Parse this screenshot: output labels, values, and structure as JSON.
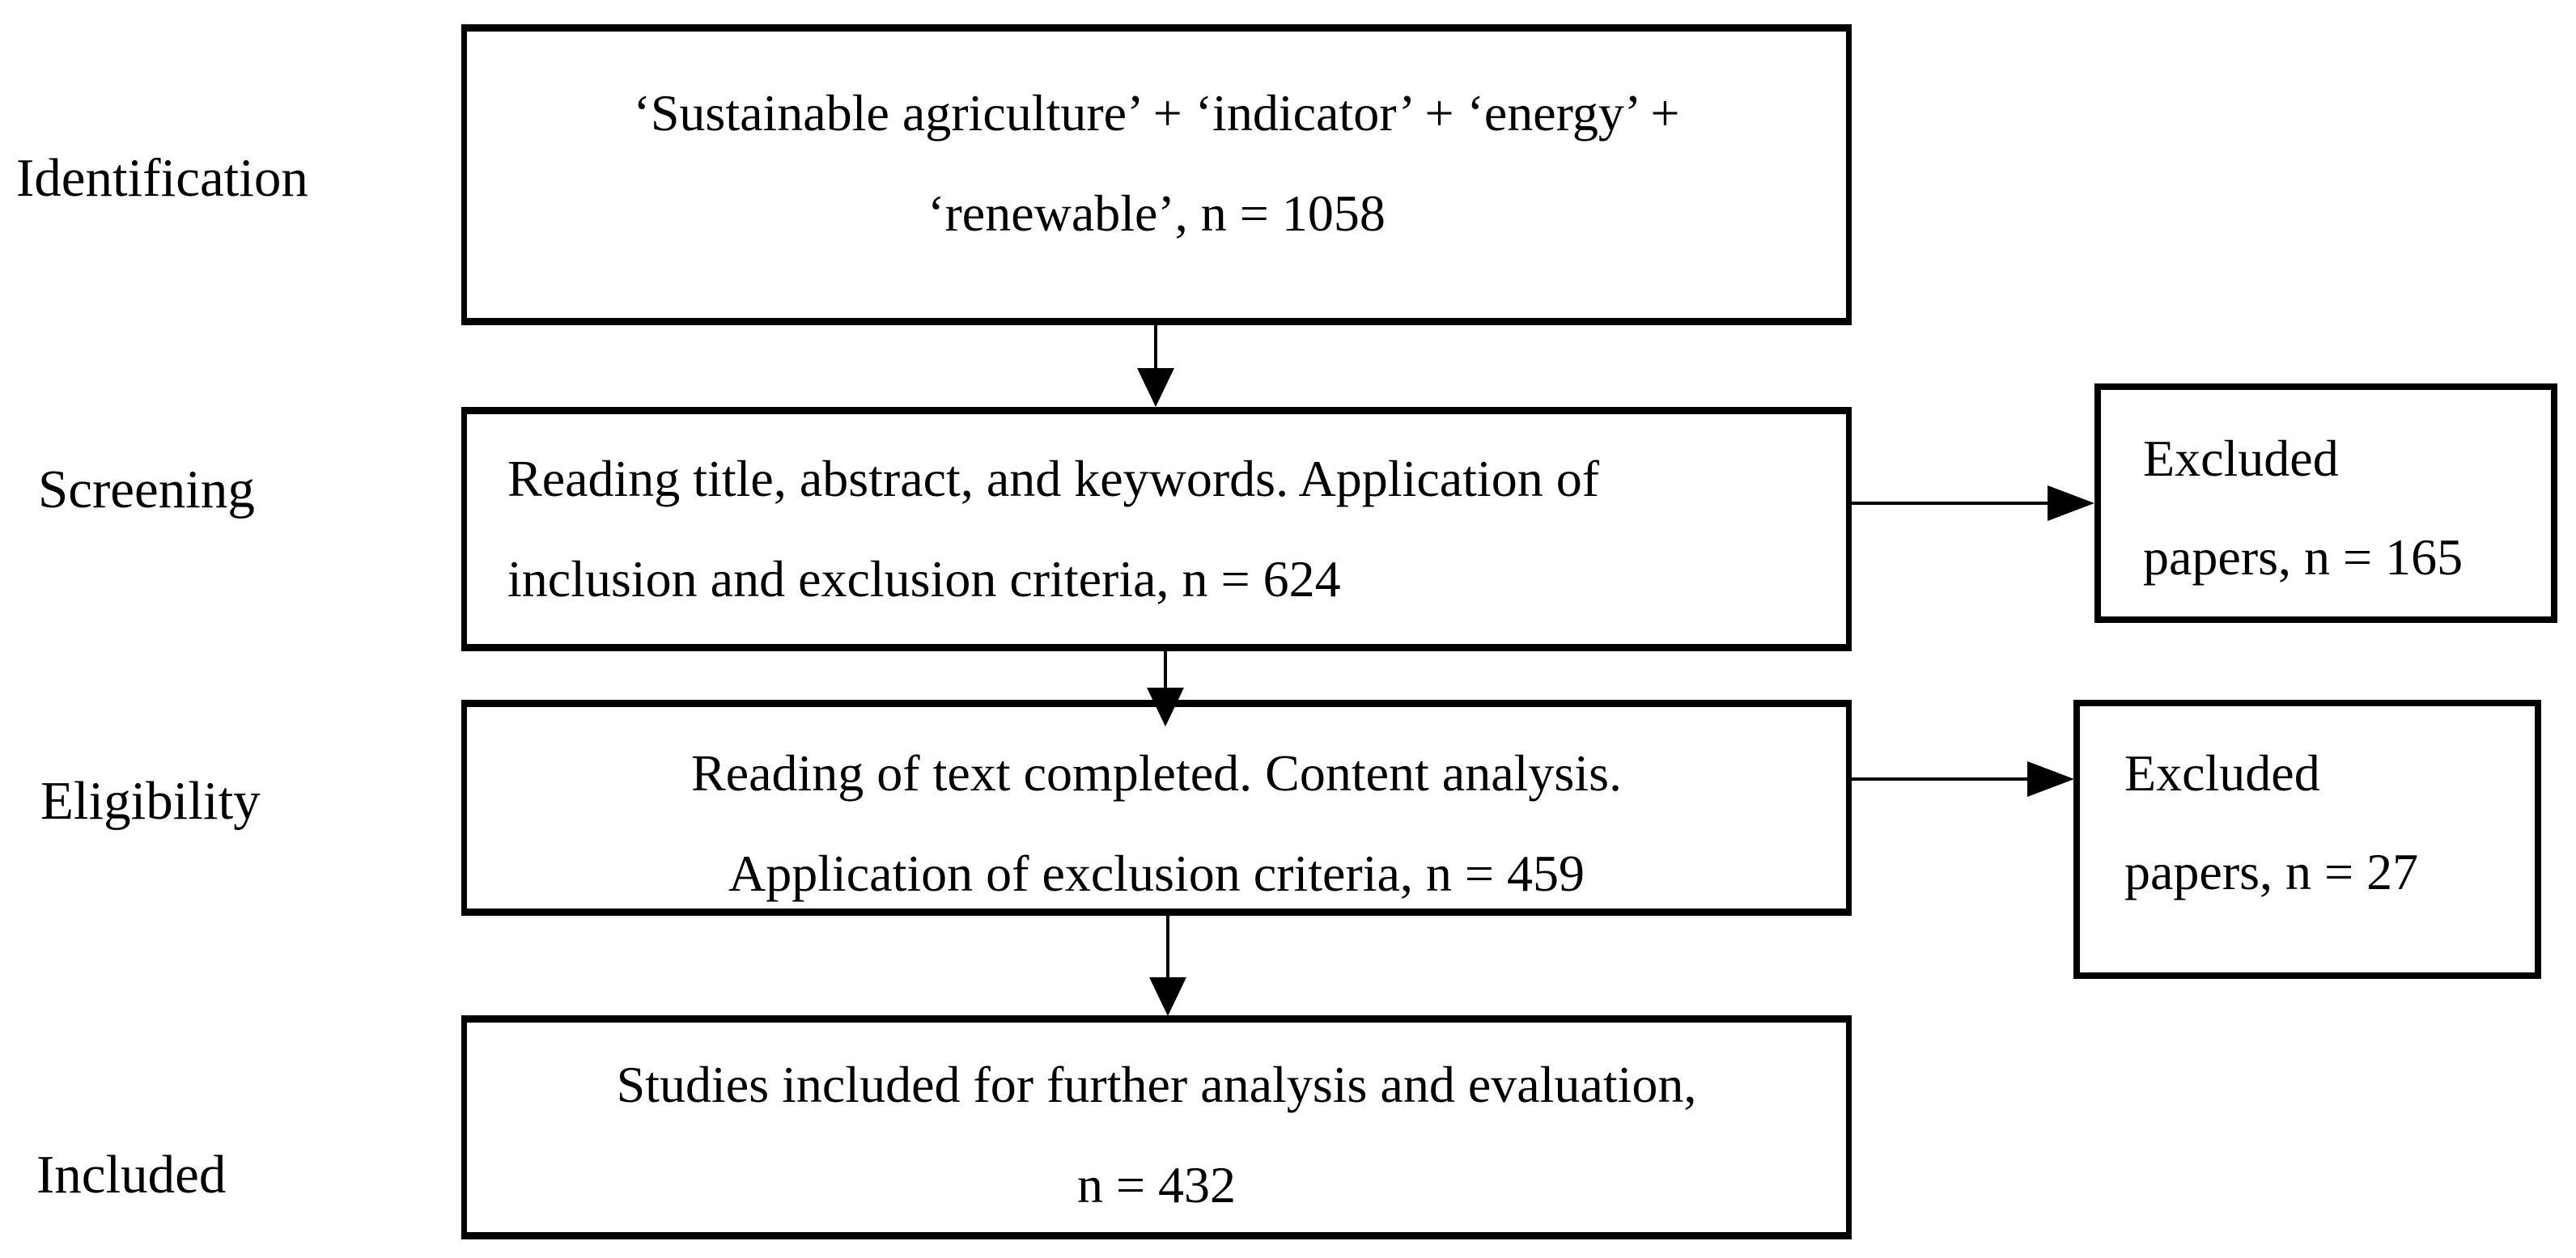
{
  "colors": {
    "background": "#ffffff",
    "line": "#000000",
    "text": "#000000"
  },
  "stages": [
    {
      "label": "Identification"
    },
    {
      "label": "Screening"
    },
    {
      "label": "Eligibility"
    },
    {
      "label": "Included"
    }
  ],
  "boxes": {
    "identification": {
      "line1": "‘Sustainable agriculture’ + ‘indicator’ + ‘energy’ +",
      "line2": "‘renewable’, n = 1058",
      "n": 1058
    },
    "screening": {
      "line1": "Reading title, abstract, and keywords. Application of",
      "line2": "inclusion and exclusion criteria, n = 624",
      "n": 624
    },
    "eligibility": {
      "line1": "Reading of text completed. Content analysis.",
      "line2": "Application of exclusion criteria, n = 459",
      "n": 459
    },
    "included": {
      "line1": "Studies included for further analysis and evaluation,",
      "line2": "n = 432",
      "n": 432
    },
    "excluded_screening": {
      "line1": "Excluded",
      "line2": "papers, n = 165",
      "n": 165
    },
    "excluded_eligibility": {
      "line1": "Excluded",
      "line2": "papers, n = 27",
      "n": 27
    }
  }
}
